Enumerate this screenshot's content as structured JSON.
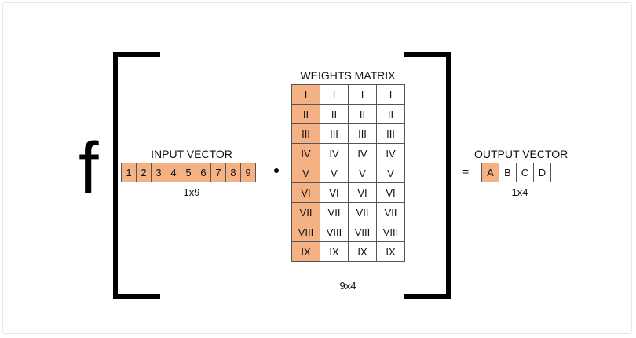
{
  "function_symbol": "f",
  "input": {
    "title": "INPUT VECTOR",
    "values": [
      "1",
      "2",
      "3",
      "4",
      "5",
      "6",
      "7",
      "8",
      "9"
    ],
    "dimension": "1x9"
  },
  "operator": "·",
  "weights": {
    "title": "WEIGHTS MATRIX",
    "rows": [
      [
        "I",
        "I",
        "I",
        "I"
      ],
      [
        "II",
        "II",
        "II",
        "II"
      ],
      [
        "III",
        "III",
        "III",
        "III"
      ],
      [
        "IV",
        "IV",
        "IV",
        "IV"
      ],
      [
        "V",
        "V",
        "V",
        "V"
      ],
      [
        "VI",
        "VI",
        "VI",
        "VI"
      ],
      [
        "VII",
        "VII",
        "VII",
        "VII"
      ],
      [
        "VIII",
        "VIII",
        "VIII",
        "VIII"
      ],
      [
        "IX",
        "IX",
        "IX",
        "IX"
      ]
    ],
    "dimension": "9x4"
  },
  "equals": "=",
  "output": {
    "title": "OUTPUT VECTOR",
    "values": [
      "A",
      "B",
      "C",
      "D"
    ],
    "dimension": "1x4"
  },
  "colors": {
    "highlight": "#f4b183",
    "border": "#555555"
  }
}
